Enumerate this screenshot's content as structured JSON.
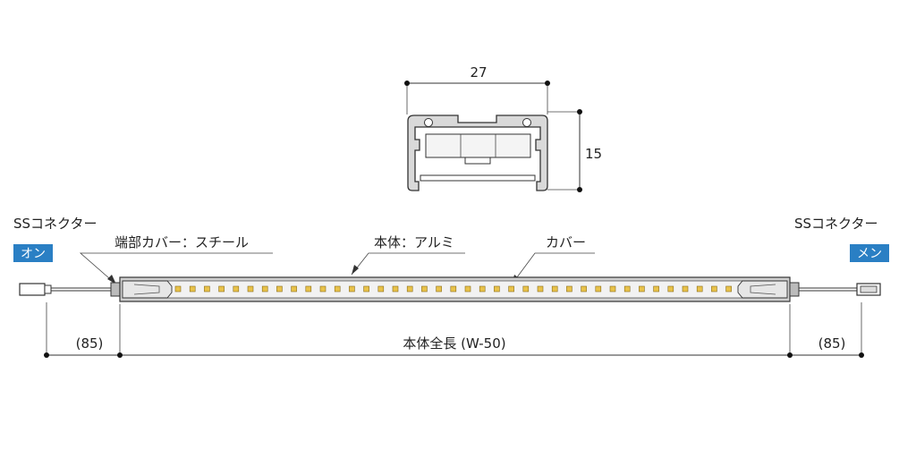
{
  "colors": {
    "line": "#333333",
    "profile_fill": "#d9d9d9",
    "profile_stroke": "#333333",
    "badge_fill": "#2a7fc4",
    "led_fill": "#e8c24a",
    "body_fill": "#cfcfcf"
  },
  "cross_section": {
    "width_value": "27",
    "height_value": "15"
  },
  "left_connector": {
    "title": "SSコネクター",
    "badge": "オン"
  },
  "right_connector": {
    "title": "SSコネクター",
    "badge": "メン"
  },
  "callouts": {
    "end_cover": "端部カバー：スチール",
    "body_material": "本体：アルミ",
    "cover": "カバー"
  },
  "dimensions": {
    "left_lead": "(85)",
    "overall": "本体全長 (W-50)",
    "right_lead": "(85)"
  }
}
